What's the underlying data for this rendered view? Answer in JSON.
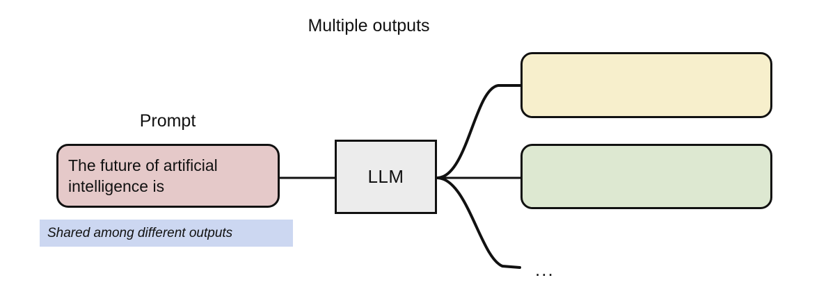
{
  "diagram": {
    "title_right": "Multiple outputs",
    "label_prompt": "Prompt",
    "prompt_text": "The future of artificial\nintelligence is",
    "llm_text": "LLM",
    "output_1_text": "",
    "output_2_text": "",
    "shared_note": "Shared among different outputs",
    "ellipsis": "...",
    "colors": {
      "prompt_fill": "#e5c9c9",
      "llm_fill": "#ececec",
      "output_1_fill": "#f7efcc",
      "output_2_fill": "#dde8d1",
      "note_fill": "#ccd7f1",
      "stroke": "#111111",
      "background": "#ffffff"
    }
  }
}
